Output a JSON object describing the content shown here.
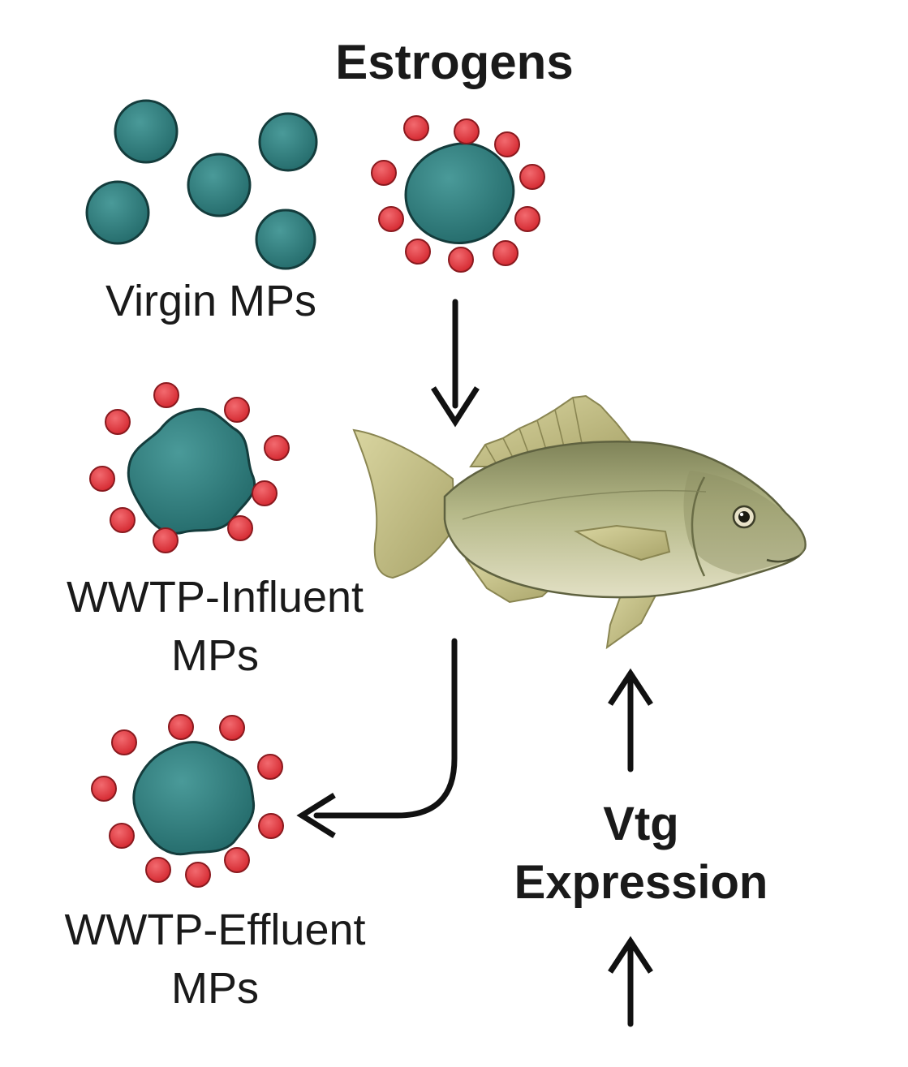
{
  "title": "Estrogens",
  "groups": {
    "virgin": {
      "label": "Virgin MPs"
    },
    "influent": {
      "label_line1": "WWTP-Influent",
      "label_line2": "MPs"
    },
    "effluent": {
      "label_line1": "WWTP-Effluent",
      "label_line2": "MPs"
    }
  },
  "outcome": {
    "line1": "Vtg",
    "line2": "Expression"
  },
  "colors": {
    "microplastic": "#2f7f7f",
    "microplastic_outline": "#143c3c",
    "estrogen": "#e0343c",
    "estrogen_outline": "#8a1a1f",
    "arrow": "#111111",
    "fish_body": "#a8ad7c",
    "fish_fin": "#c8c48e"
  }
}
